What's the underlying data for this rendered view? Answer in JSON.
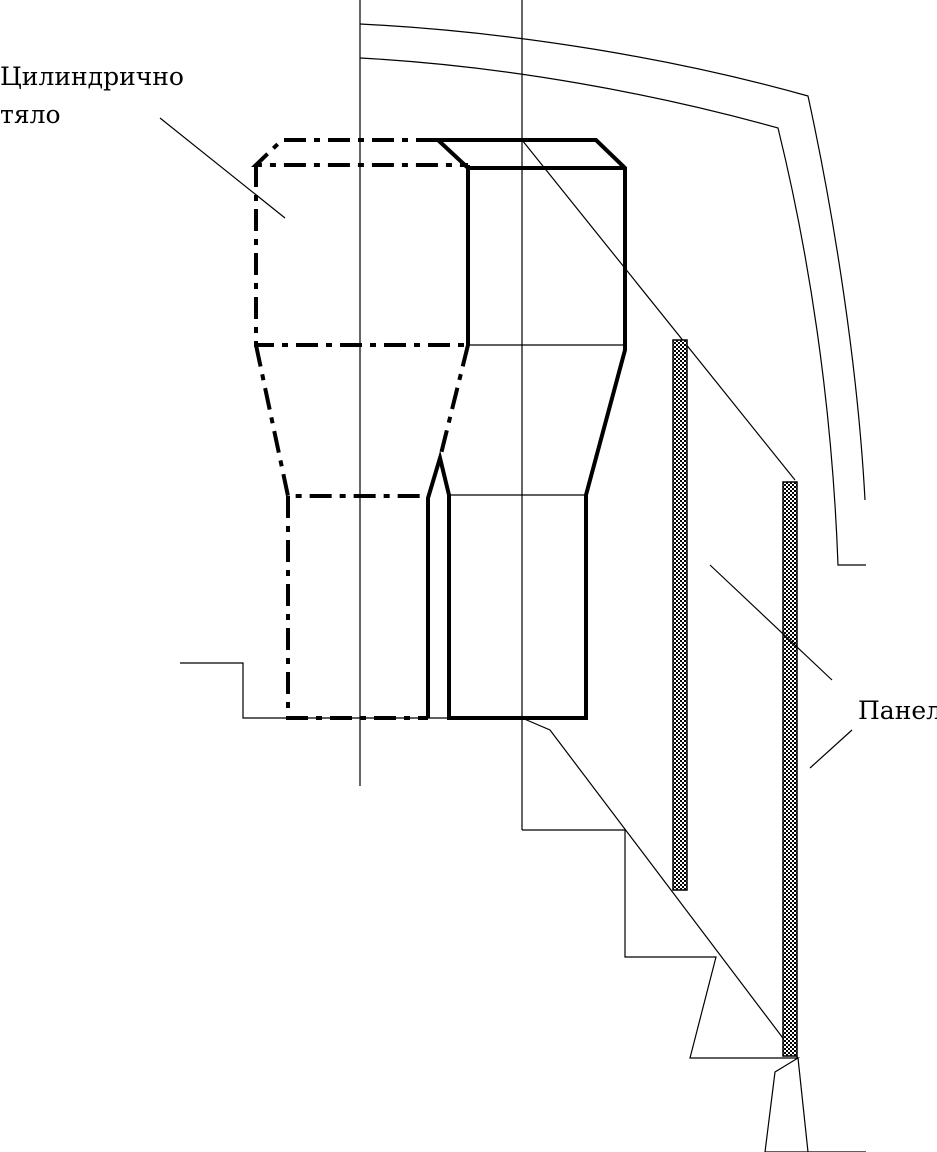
{
  "labels": {
    "cylinder_line1": "Цилиндрично",
    "cylinder_line2": "тяло",
    "panel": "Панел"
  }
}
